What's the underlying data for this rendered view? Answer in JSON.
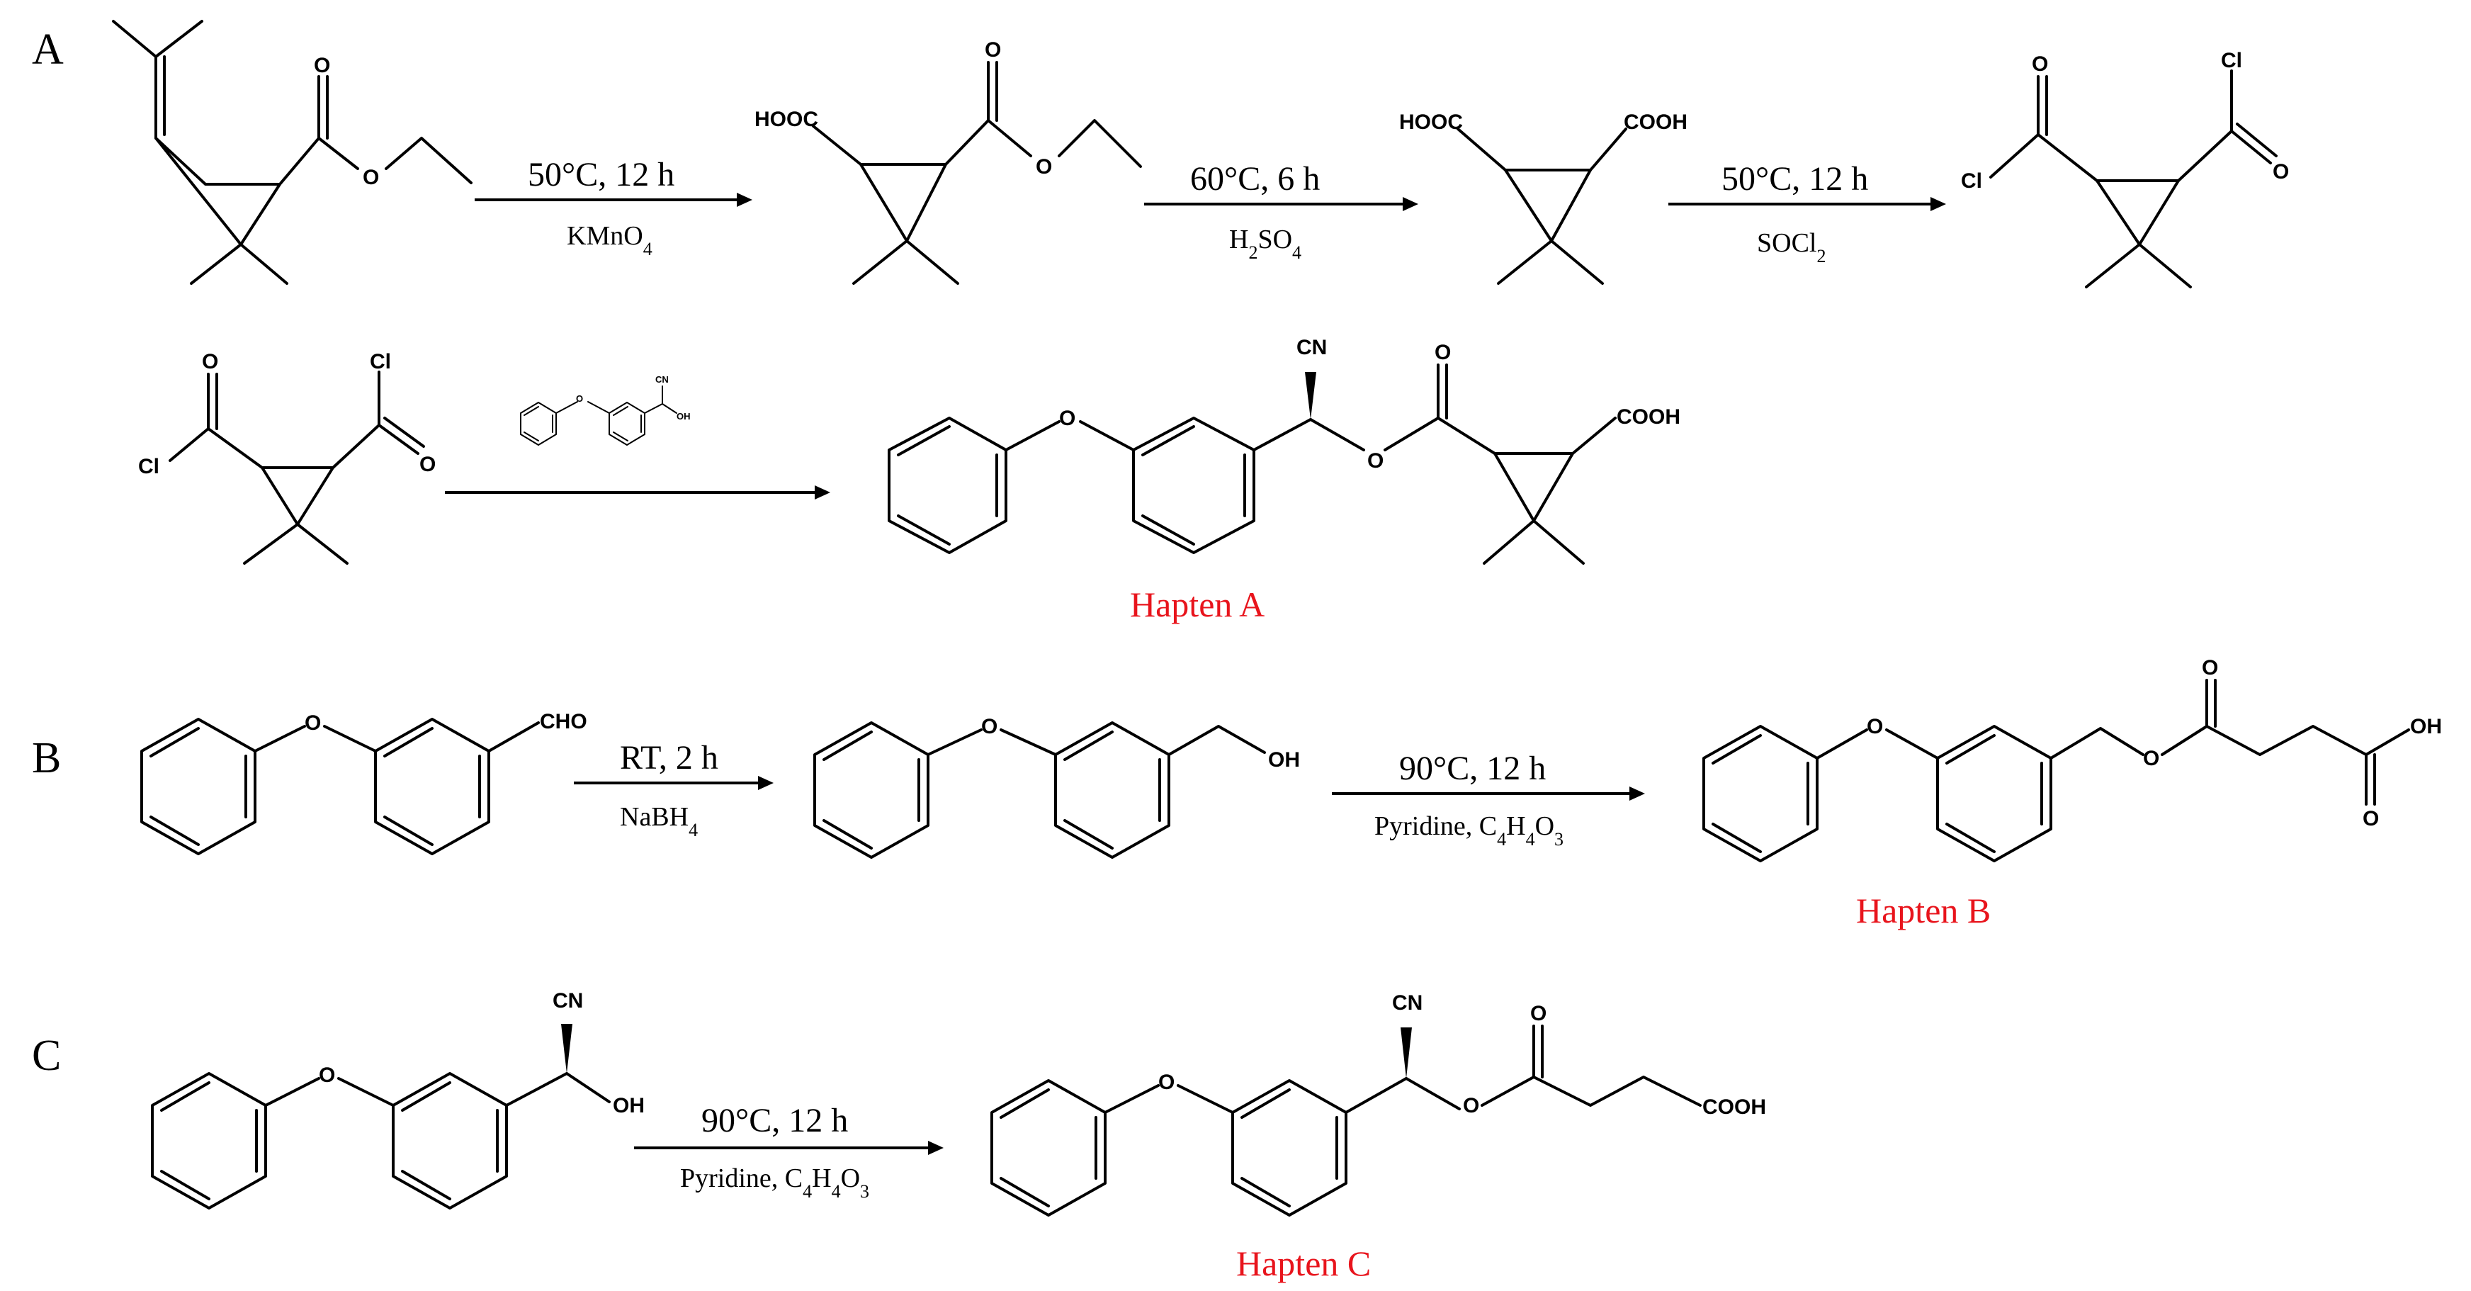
{
  "colors": {
    "hapten_label": "#e8141c",
    "ink": "#000000"
  },
  "panels": {
    "A": {
      "label": "A",
      "step1": {
        "conditions": "50°C, 12 h",
        "reagent": "KMnO4"
      },
      "step2": {
        "conditions": "60°C, 6 h",
        "reagent": "H2SO4"
      },
      "step3": {
        "conditions": "50°C, 12 h",
        "reagent": "SOCl2"
      },
      "product_label": "Hapten A"
    },
    "B": {
      "label": "B",
      "step1": {
        "conditions": "RT, 2 h",
        "reagent": "NaBH4"
      },
      "step2": {
        "conditions": "90°C, 12 h",
        "reagent": "Pyridine, C4H4O3"
      },
      "product_label": "Hapten B"
    },
    "C": {
      "label": "C",
      "step1": {
        "conditions": "90°C, 12 h",
        "reagent": "Pyridine, C4H4O3"
      },
      "product_label": "Hapten C"
    }
  },
  "atoms": {
    "O": "O",
    "Cl": "Cl",
    "HOOC": "HOOC",
    "COOH": "COOH",
    "CN": "CN",
    "OH": "OH",
    "CHO": "CHO"
  }
}
